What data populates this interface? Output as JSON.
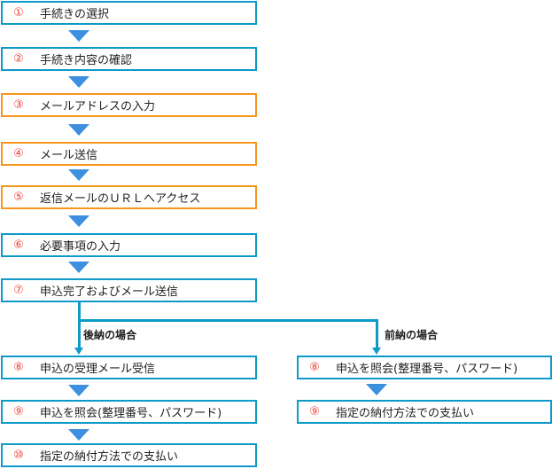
{
  "main_steps": [
    {
      "num": "①",
      "label": "手続きの選択",
      "color": "#0e9ac8"
    },
    {
      "num": "②",
      "label": "手続き内容の確認",
      "color": "#0e9ac8"
    },
    {
      "num": "③",
      "label": "メールアドレスの入力",
      "color": "#f7961e"
    },
    {
      "num": "④",
      "label": "メール送信",
      "color": "#f7961e"
    },
    {
      "num": "⑤",
      "label": "返信メールのＵＲＬへアクセス",
      "color": "#f7961e"
    },
    {
      "num": "⑥",
      "label": "必要事項の入力",
      "color": "#0e9ac8"
    },
    {
      "num": "⑦",
      "label": "申込完了およびメール送信",
      "color": "#0e9ac8"
    }
  ],
  "branches": {
    "postpay": {
      "label": "後納の場合",
      "steps": [
        {
          "num": "⑧",
          "label": "申込の受理メール受信"
        },
        {
          "num": "⑨",
          "label": "申込を照会(整理番号、パスワード)"
        },
        {
          "num": "⑩",
          "label": "指定の納付方法での支払い"
        }
      ]
    },
    "prepay": {
      "label": "前納の場合",
      "steps": [
        {
          "num": "⑧",
          "label": "申込を照会(整理番号、パスワード)"
        },
        {
          "num": "⑨",
          "label": "指定の納付方法での支払い"
        }
      ]
    }
  }
}
